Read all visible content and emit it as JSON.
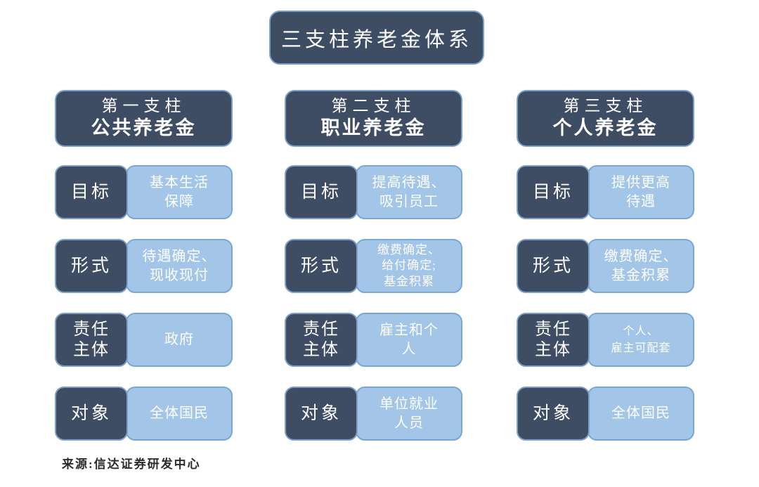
{
  "title": "三支柱养老金体系",
  "source": "来源:信达证券研发中心",
  "colors": {
    "dark_box": "#3E4D63",
    "dark_box_border": "#7DA0C8",
    "light_box": "#A2C5E8",
    "light_box_border": "#79A7D6",
    "box_text": "#FFFFFF",
    "source_text": "#2B2B2B",
    "background": "#FFFFFF"
  },
  "pillars": [
    {
      "header_line1": "第一支柱",
      "header_line2": "公共养老金",
      "rows": [
        {
          "label": "目标",
          "value": "基本生活\n保障"
        },
        {
          "label": "形式",
          "value": "待遇确定、\n现收现付"
        },
        {
          "label": "责任\n主体",
          "value": "政府"
        },
        {
          "label": "对象",
          "value": "全体国民"
        }
      ]
    },
    {
      "header_line1": "第二支柱",
      "header_line2": "职业养老金",
      "rows": [
        {
          "label": "目标",
          "value": "提高待遇、\n吸引员工"
        },
        {
          "label": "形式",
          "value": "缴费确定、\n给付确定;\n基金积累"
        },
        {
          "label": "责任\n主体",
          "value": "雇主和个\n人"
        },
        {
          "label": "对象",
          "value": "单位就业\n人员"
        }
      ]
    },
    {
      "header_line1": "第三支柱",
      "header_line2": "个人养老金",
      "rows": [
        {
          "label": "目标",
          "value": "提供更高\n待遇"
        },
        {
          "label": "形式",
          "value": "缴费确定、\n基金积累"
        },
        {
          "label": "责任\n主体",
          "value": "个人、\n雇主可配套"
        },
        {
          "label": "对象",
          "value": "全体国民"
        }
      ]
    }
  ]
}
